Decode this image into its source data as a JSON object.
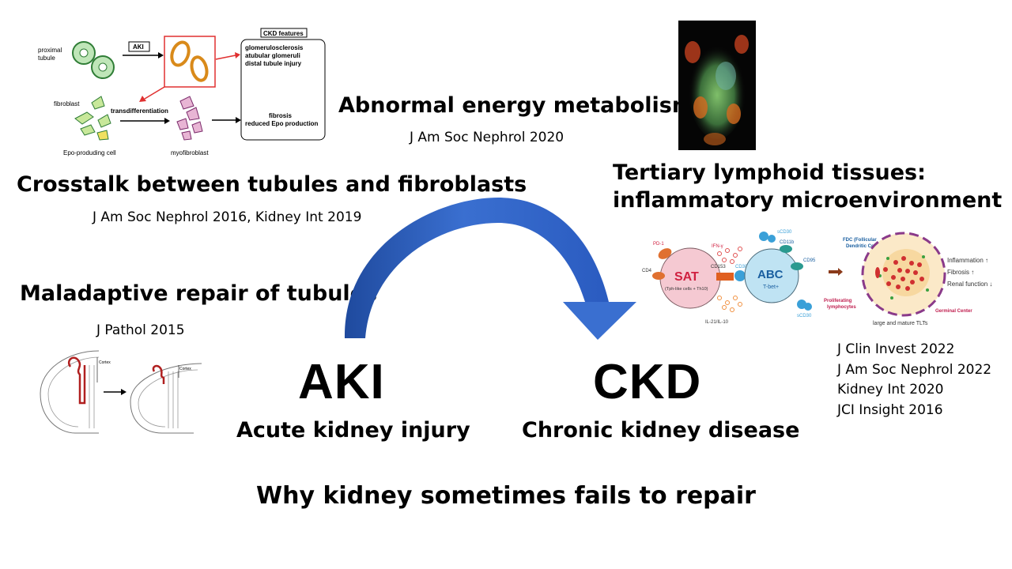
{
  "panels": {
    "crosstalk": {
      "title": "Crosstalk between tubules and fibroblasts",
      "ref": "J Am Soc Nephrol 2016, Kidney Int 2019",
      "figure": {
        "proximal_tubule": "proximal\ntubule",
        "aki_box": "AKI",
        "ckd_header": "CKD features",
        "ckd_features_top": [
          "glomerulosclerosis",
          "atubular glomeruli",
          "distal tubule injury"
        ],
        "ckd_features_bottom": [
          "fibrosis",
          "reduced Epo production"
        ],
        "fibroblast": "fibroblast",
        "transdifferentiation": "transdifferentiation",
        "epo_cell": "Epo-produding cell",
        "myofibroblast": "myofibroblast"
      }
    },
    "energy": {
      "title": "Abnormal energy metabolism",
      "ref": "J Am Soc Nephrol 2020"
    },
    "tlt": {
      "title_line1": "Tertiary lymphoid tissues:",
      "title_line2": "inflammatory microenvironment",
      "refs": [
        "J Clin Invest 2022",
        "J Am Soc Nephrol 2022",
        "Kidney Int 2020",
        "JCI Insight 2016"
      ],
      "figure": {
        "pd1": "PD-1",
        "cd4": "CD4",
        "sat": "SAT",
        "sat_sub": "(Tph-like cells + Th10)",
        "ifn": "IFN-γ",
        "cd153": "CD153",
        "cd30": "CD30",
        "abc": "ABC",
        "tbet": "T-bet+",
        "scd30": "sCD30",
        "cd11b": "CD11b",
        "cd95": "CD95",
        "il": "IL-21/IL-10",
        "fdc": "FDC (Follicular\nDendritic Cells)",
        "inflammation": "Inflammation ↑",
        "fibrosis": "Fibrosis ↑",
        "renal": "Renal function ↓",
        "proliferating": "Proliferating\nlymphocytes",
        "germinal": "Germinal Center",
        "tlt_caption": "large and mature TLTs"
      }
    },
    "maladaptive": {
      "title": "Maladaptive repair of tubules",
      "ref": "J Pathol 2015",
      "figure": {
        "cortex1": "Cortex",
        "cortex2": "Cortex"
      }
    }
  },
  "aki": {
    "abbr": "AKI",
    "full": "Acute kidney injury"
  },
  "ckd": {
    "abbr": "CKD",
    "full": "Chronic kidney disease"
  },
  "main_title": "Why kidney sometimes fails to repair",
  "colors": {
    "arrow_main": "#3a6fd0",
    "arrow_dark": "#1f4a9e",
    "red_box": "#e03030",
    "tubule_green": "#3f9b45",
    "tubule_orange": "#d98a1a",
    "sat_pink": "#f5c9d2",
    "abc_blue": "#bfe3f3"
  }
}
